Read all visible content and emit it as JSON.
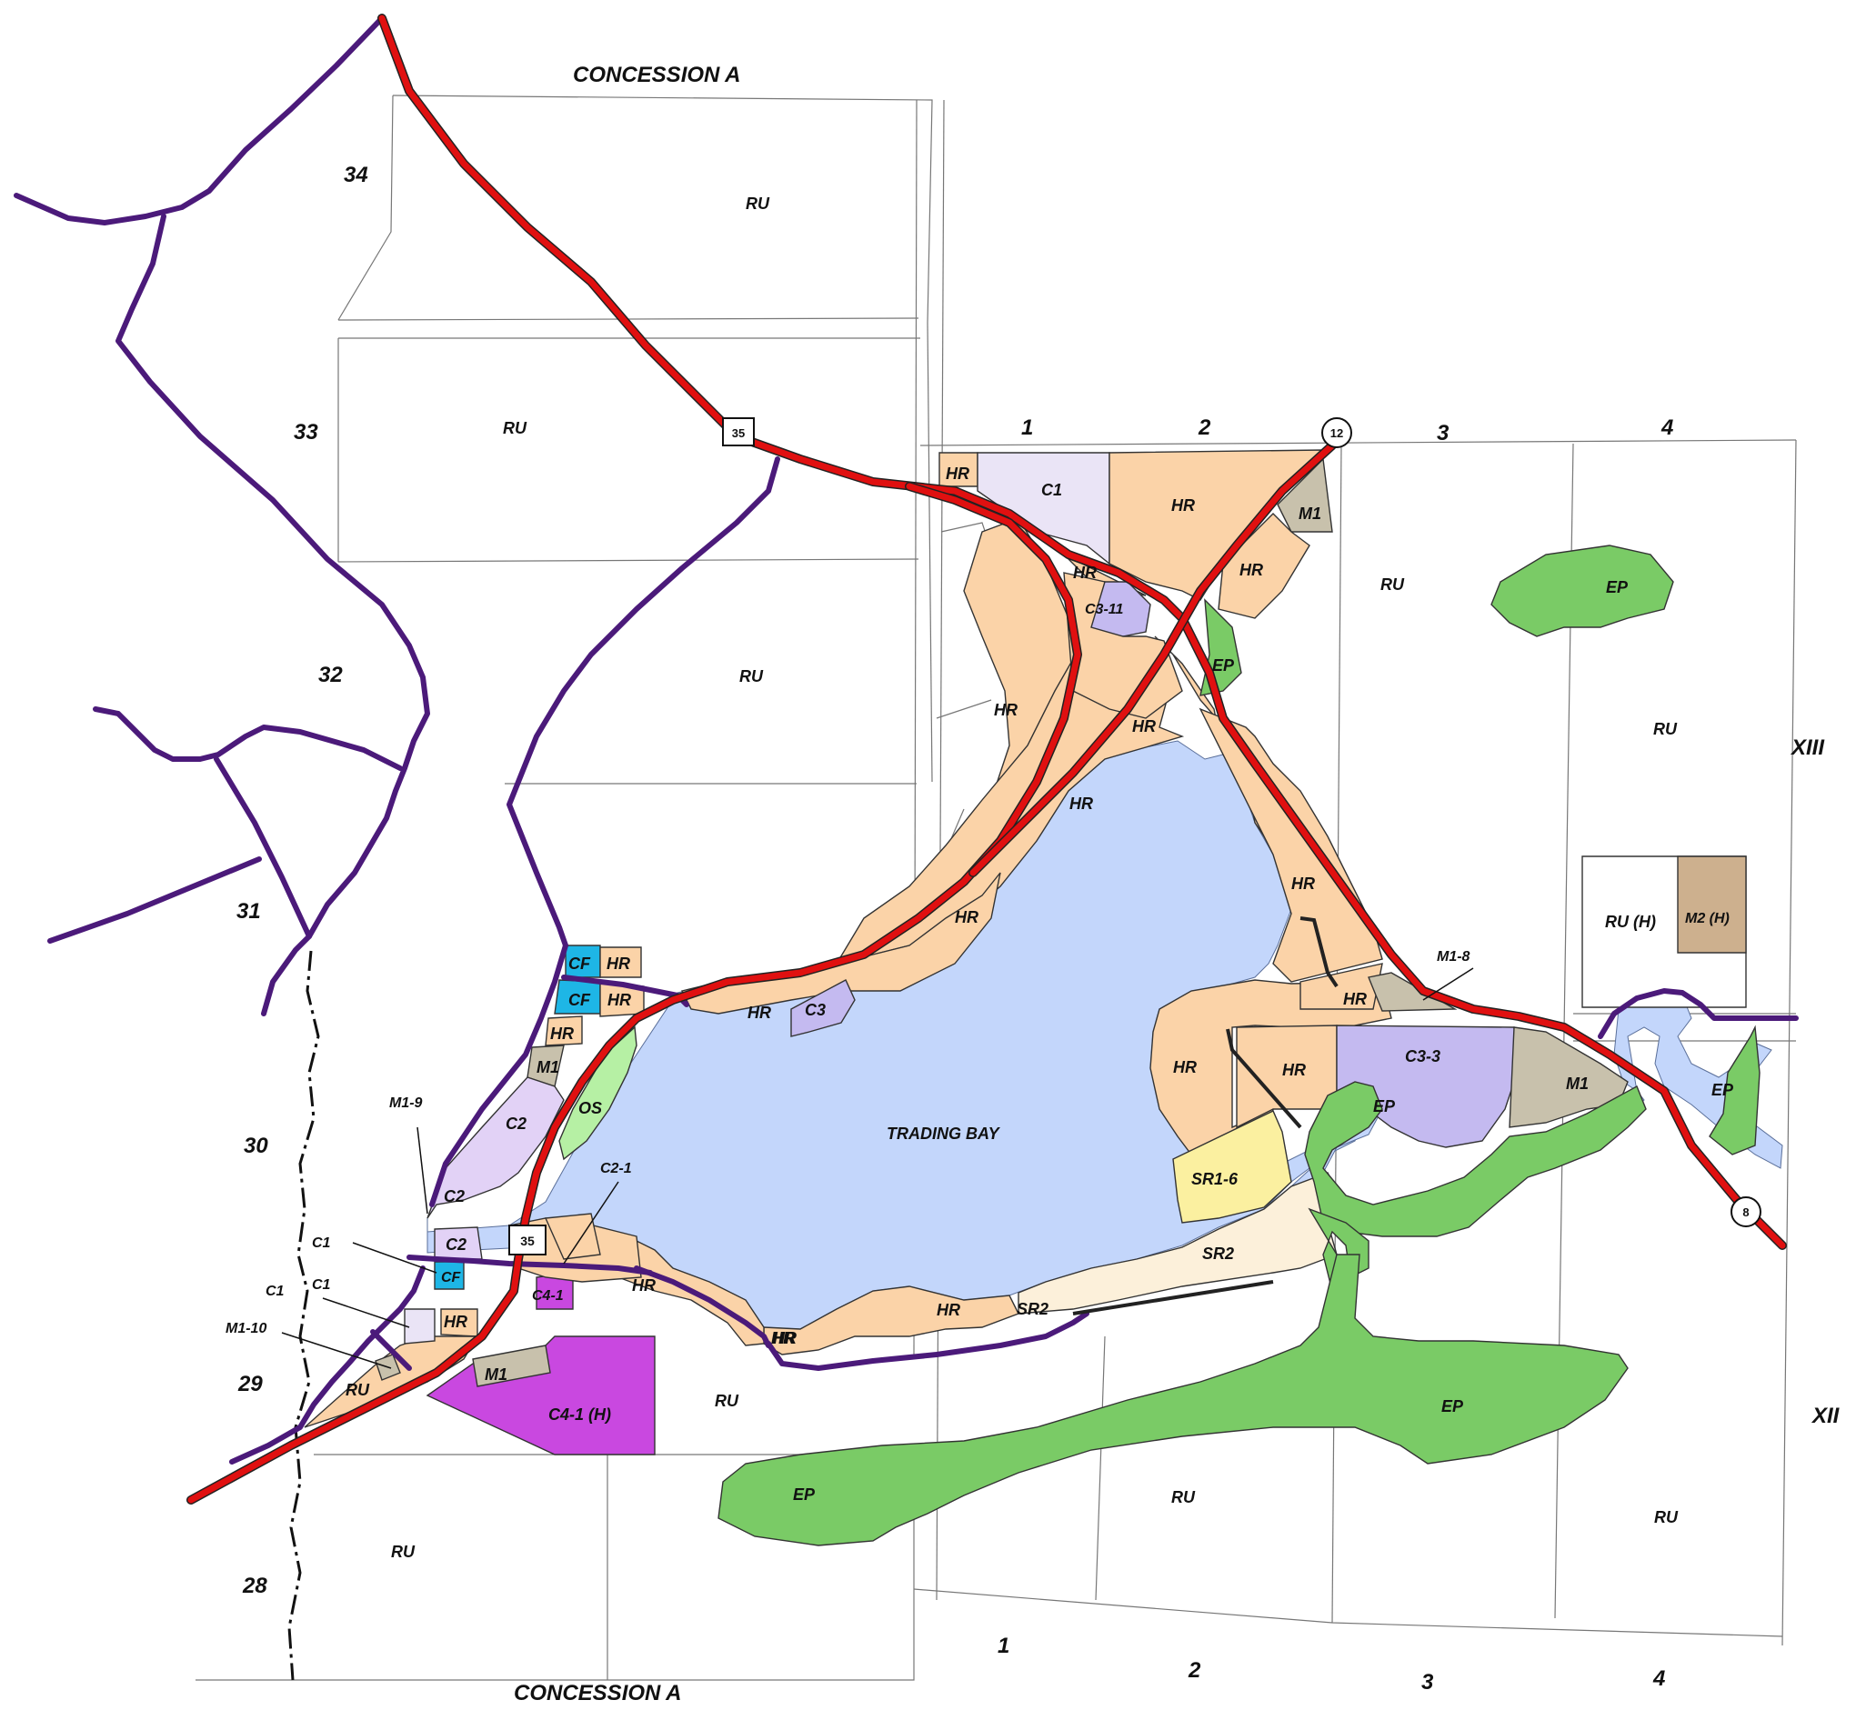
{
  "colors": {
    "HR": "#fbd3a8",
    "C1": "#eae4f6",
    "C2": "#e2d2f6",
    "C3": "#c4baf0",
    "C4": "#c948e0",
    "CF": "#1eb6e6",
    "M1": "#c8c1ac",
    "M2": "#cdb08e",
    "EP": "#7acb66",
    "OS": "#b6f0a4",
    "SR1": "#fbf0a0",
    "SR2": "#fcf0da",
    "water": "#c3d6fb",
    "road": "#e01010",
    "boundary": "#4b1a7a"
  },
  "concessions": {
    "top": "CONCESSION A",
    "bottom": "CONCESSION A",
    "right_upper": "XIII",
    "right_lower": "XII"
  },
  "lots_left": [
    "34",
    "33",
    "32",
    "31",
    "30",
    "29",
    "28"
  ],
  "lots_top": [
    "1",
    "2",
    "3",
    "4"
  ],
  "lots_bottom": [
    "1",
    "2",
    "3",
    "4"
  ],
  "water": {
    "name": "TRADING BAY"
  },
  "highways": {
    "h35_top": "35",
    "h35_bottom": "35",
    "h12": "12",
    "h8": "8"
  },
  "zones": {
    "ru_1": "RU",
    "ru_2": "RU",
    "ru_3": "RU",
    "ru_4": "RU",
    "ru_5": "RU",
    "ru_6": "RU",
    "ru_7": "RU",
    "ru_8": "RU",
    "ru_9": "RU",
    "ru_10": "RU",
    "ru_h": "RU (H)",
    "m2_h": "M2 (H)",
    "hr_1": "HR",
    "hr_2": "HR",
    "hr_3": "HR",
    "hr_4": "HR",
    "hr_5": "HR",
    "hr_6": "HR",
    "hr_7": "HR",
    "hr_8": "HR",
    "hr_9": "HR",
    "hr_10": "HR",
    "hr_11": "HR",
    "hr_12": "HR",
    "hr_13": "HR",
    "hr_14": "HR",
    "hr_15": "HR",
    "hr_16": "HR",
    "hr_17": "HR",
    "hr_18": "HR",
    "hr_19": "HR",
    "hr_20": "HR",
    "hr_21": "HR",
    "c1_top": "C1",
    "c3_11": "C3-11",
    "m1_top": "M1",
    "ep_1": "EP",
    "ep_2": "EP",
    "ep_3": "EP",
    "ep_4": "EP",
    "ep_5": "EP",
    "ep_6": "EP",
    "m1_8": "M1-8",
    "c3_3": "C3-3",
    "m1_right": "M1",
    "sr1_6": "SR1-6",
    "sr2_1": "SR2",
    "sr2_2": "SR2",
    "c3": "C3",
    "cf_1": "CF",
    "cf_2": "CF",
    "cf_3": "CF",
    "m1_left": "M1",
    "os": "OS",
    "c2_1": "C2",
    "c2_2": "C2",
    "c2_3": "C2",
    "c2_dash_1": "C2-1",
    "m1_9": "M1-9",
    "c1_a": "C1",
    "c1_b": "C1",
    "c1_c": "C1",
    "m1_10": "M1-10",
    "c4_1": "C4-1",
    "c4_1h": "C4-1 (H)",
    "m1_bottom": "M1"
  }
}
